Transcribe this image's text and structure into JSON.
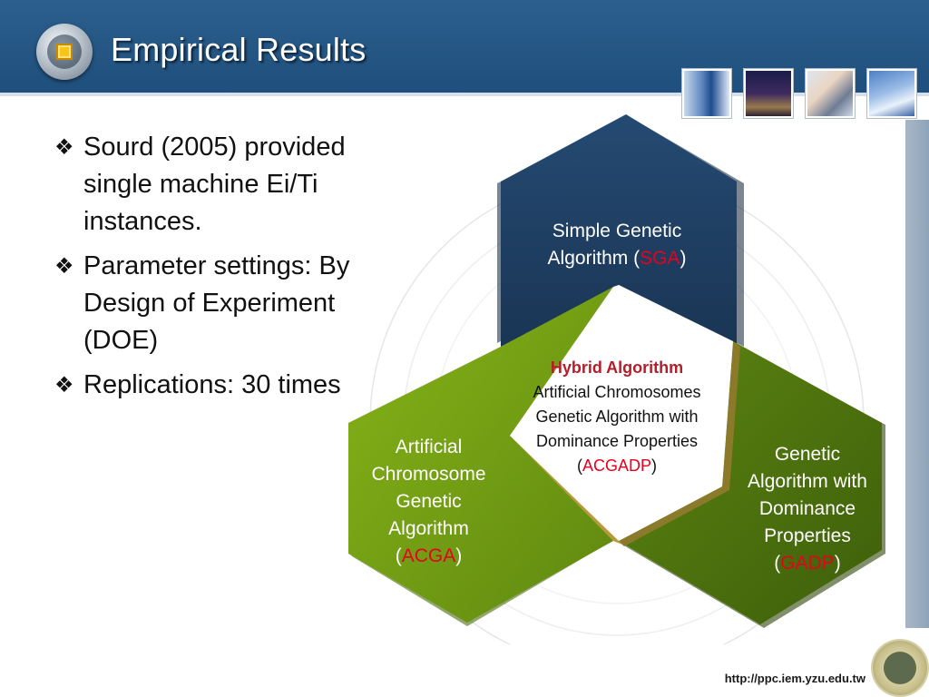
{
  "slide": {
    "title": "Empirical Results",
    "footer_url": "http://ppc.iem.yzu.edu.tw"
  },
  "bullets": [
    {
      "icon": "diamond-bullet-icon",
      "text": "Sourd (2005) provided single machine Ei/Ti instances."
    },
    {
      "icon": "diamond-bullet-icon",
      "text": "Parameter settings: By Design of Experiment (DOE)"
    },
    {
      "icon": "diamond-bullet-icon",
      "text": "Replications: 30 times"
    }
  ],
  "diagram": {
    "top": {
      "line1": "Simple Genetic",
      "line2_prefix": "Algorithm (",
      "abbr": "SGA",
      "suffix": ")",
      "color": "#1f3d5f"
    },
    "left": {
      "line1": "Artificial",
      "line2": "Chromosome",
      "line3": "Genetic",
      "line4": "Algorithm",
      "prefix": "(",
      "abbr": "ACGA",
      "suffix": ")",
      "color": "#6f9a14"
    },
    "right": {
      "line1": "Genetic",
      "line2": "Algorithm with",
      "line3": "Dominance",
      "line4": "Properties",
      "prefix": "(",
      "abbr": "GADP",
      "suffix": ")",
      "color": "#4a6e0e"
    },
    "center": {
      "title": "Hybrid Algorithm",
      "line1": "Artificial Chromosomes",
      "line2": "Genetic Algorithm with",
      "line3": "Dominance Properties",
      "prefix": "(",
      "abbr": "ACGADP",
      "suffix": ")"
    }
  },
  "colors": {
    "header": "#2c5f8e",
    "highlight": "#e8001c",
    "hybrid_title": "#b51d2a"
  }
}
